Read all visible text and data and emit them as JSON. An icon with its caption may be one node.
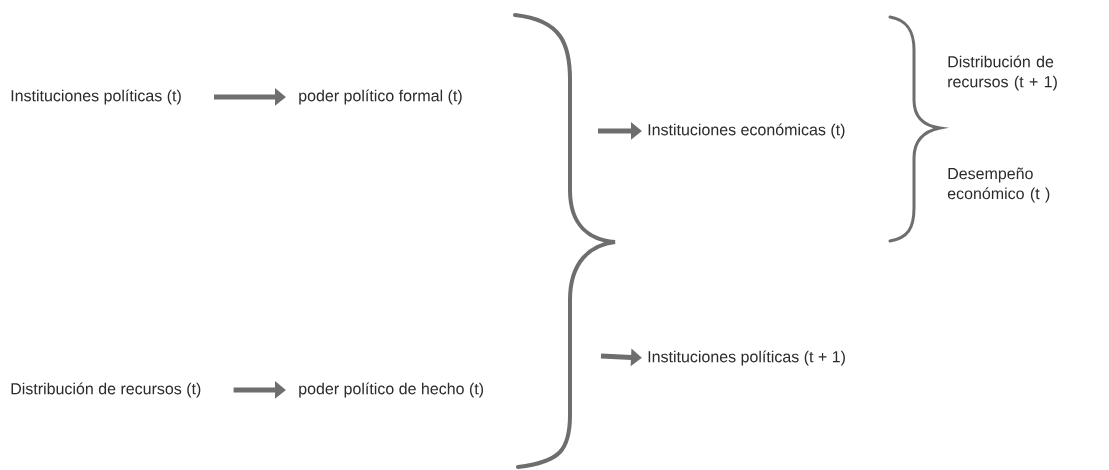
{
  "diagram": {
    "nodes": [
      {
        "text": [
          "Instituciones políticas (t)"
        ]
      },
      {
        "text": [
          "poder político formal (t)"
        ]
      },
      {
        "text": [
          "Distribución de recursos (t)"
        ]
      },
      {
        "text": [
          "poder político de hecho (t)"
        ]
      },
      {
        "text": [
          "Instituciones económicas (t)"
        ]
      },
      {
        "text": [
          "Instituciones políticas (t + 1)"
        ]
      },
      {
        "text": [
          "Distribución de recursos (t + 1)"
        ]
      },
      {
        "text": [
          "Desempeño económico (t )"
        ]
      }
    ],
    "edges": [
      {
        "from": 0,
        "to": 1,
        "arrow": "to"
      },
      {
        "from": 2,
        "to": 3,
        "arrow": "to"
      },
      {
        "from": null,
        "to": 4,
        "arrow": "to"
      },
      {
        "from": null,
        "to": 5,
        "arrow": "to"
      }
    ]
  }
}
